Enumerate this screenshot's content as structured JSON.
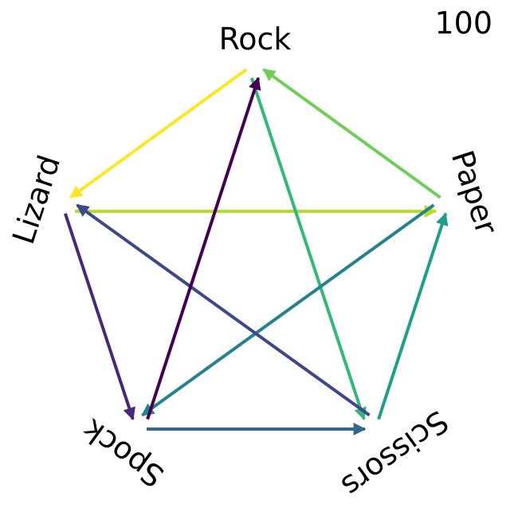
{
  "counter": "100",
  "nodes": [
    {
      "id": "rock",
      "label": "Rock"
    },
    {
      "id": "paper",
      "label": "Paper"
    },
    {
      "id": "scissors",
      "label": "Scissors"
    },
    {
      "id": "spock",
      "label": "Spock"
    },
    {
      "id": "lizard",
      "label": "Lizard"
    }
  ],
  "edges": [
    {
      "from": "rock",
      "to": "lizard",
      "color": "#fde725"
    },
    {
      "from": "lizard",
      "to": "paper",
      "color": "#b5de2b"
    },
    {
      "from": "paper",
      "to": "rock",
      "color": "#6ece58"
    },
    {
      "from": "rock",
      "to": "scissors",
      "color": "#35b779"
    },
    {
      "from": "scissors",
      "to": "paper",
      "color": "#1f9e89"
    },
    {
      "from": "paper",
      "to": "spock",
      "color": "#26828e"
    },
    {
      "from": "spock",
      "to": "scissors",
      "color": "#31688e"
    },
    {
      "from": "scissors",
      "to": "lizard",
      "color": "#3e4989"
    },
    {
      "from": "lizard",
      "to": "spock",
      "color": "#482878"
    },
    {
      "from": "spock",
      "to": "rock",
      "color": "#440154"
    }
  ]
}
